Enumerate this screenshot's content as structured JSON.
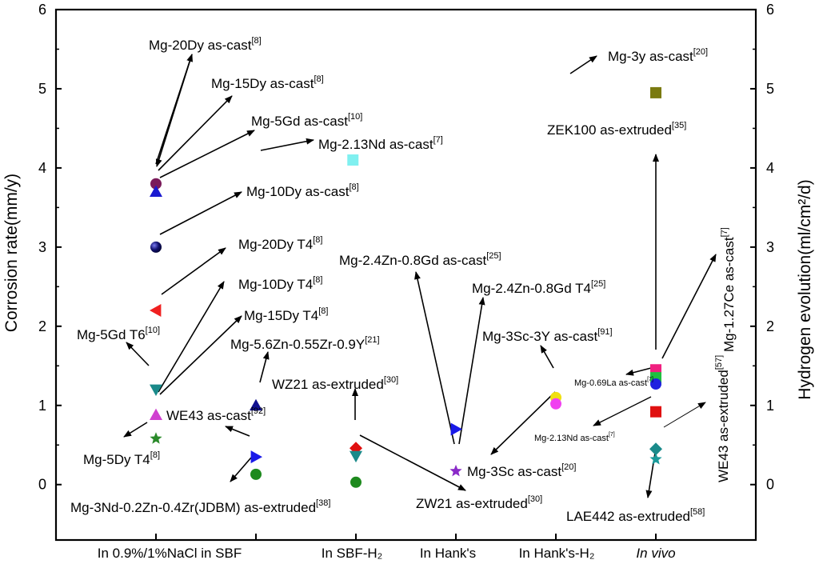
{
  "chart_data": {
    "type": "scatter",
    "xlabel": "",
    "ylabel": "Corrosion rate(mm/y)",
    "y2label": "Hydrogen evolution(ml/cm²/d)",
    "ylim": [
      -0.7,
      6
    ],
    "yticks": [
      0,
      1,
      2,
      3,
      4,
      5,
      6
    ],
    "categories": [
      "In 0.9%/1%NaCl in SBF",
      "In SBF-H₂",
      "In Hank's",
      "In Hank's-H₂",
      "In vivo"
    ],
    "points": [
      {
        "cat": 0,
        "dx": 0,
        "y": 3.8,
        "shape": "circle",
        "color": "#7a1a5a"
      },
      {
        "cat": 0,
        "dx": 0,
        "y": 3.7,
        "shape": "triangle-up",
        "color": "#1a1ad0"
      },
      {
        "cat": 0,
        "dx": 0,
        "y": 3.0,
        "shape": "sphere",
        "color": "#10106e"
      },
      {
        "cat": 0,
        "dx": 0,
        "y": 2.2,
        "shape": "triangle-left",
        "color": "#f02020"
      },
      {
        "cat": 0,
        "dx": 0,
        "y": 1.2,
        "shape": "triangle-down",
        "color": "#1a8a8a"
      },
      {
        "cat": 0,
        "dx": 0,
        "y": 0.88,
        "shape": "triangle-up",
        "color": "#d040d0"
      },
      {
        "cat": 0,
        "dx": 0,
        "y": 0.58,
        "shape": "star",
        "color": "#2a8a2a"
      },
      {
        "cat": 1,
        "dx": 0,
        "y": 1.0,
        "shape": "triangle-up",
        "color": "#101090"
      },
      {
        "cat": 1,
        "dx": 0,
        "y": 0.35,
        "shape": "triangle-right",
        "color": "#1a1ae8"
      },
      {
        "cat": 1,
        "dx": 0,
        "y": 0.13,
        "shape": "circle",
        "color": "#1e8a1e"
      },
      {
        "cat": 2,
        "dx": 0,
        "y": 0.46,
        "shape": "diamond",
        "color": "#e01010"
      },
      {
        "cat": 2,
        "dx": 0,
        "y": 0.36,
        "shape": "triangle-down",
        "color": "#1a8a8a"
      },
      {
        "cat": 2,
        "dx": 0,
        "y": 0.03,
        "shape": "circle",
        "color": "#1e8a1e"
      },
      {
        "cat": 3,
        "dx": 0,
        "y": 0.7,
        "shape": "triangle-right",
        "color": "#1a1ae8"
      },
      {
        "cat": 3,
        "dx": 0,
        "y": 0.17,
        "shape": "star",
        "color": "#8a2ac8"
      },
      {
        "cat": 4,
        "dx": 0,
        "y": 1.1,
        "shape": "circle",
        "color": "#f0e010"
      },
      {
        "cat": 4,
        "dx": 0,
        "y": 1.02,
        "shape": "circle",
        "color": "#f040f0"
      },
      {
        "cat": 5,
        "dx": 0,
        "y": 4.95,
        "shape": "square",
        "color": "#7a7a10"
      },
      {
        "cat": 5,
        "dx": 0,
        "y": 1.45,
        "shape": "square",
        "color": "#f02080"
      },
      {
        "cat": 5,
        "dx": 0,
        "y": 1.35,
        "shape": "square",
        "color": "#20c040"
      },
      {
        "cat": 5,
        "dx": 0,
        "y": 1.27,
        "shape": "circle",
        "color": "#2020e0"
      },
      {
        "cat": 5,
        "dx": 0,
        "y": 0.92,
        "shape": "square",
        "color": "#e01010"
      },
      {
        "cat": 5,
        "dx": 0,
        "y": 0.45,
        "shape": "diamond",
        "color": "#1a8a8a"
      },
      {
        "cat": 5,
        "dx": 0,
        "y": 0.32,
        "shape": "star",
        "color": "#1a9a9a"
      },
      {
        "cat": 1.97,
        "dx": 0,
        "y": 4.1,
        "shape": "square",
        "color": "#80f0f0"
      }
    ],
    "annotations": [
      {
        "text": "Mg-20Dy as-cast",
        "ref": "[8]",
        "size": "normal"
      },
      {
        "text": "Mg-15Dy as-cast",
        "ref": "[8]",
        "size": "normal"
      },
      {
        "text": "Mg-5Gd as-cast",
        "ref": "[10]",
        "size": "normal"
      },
      {
        "text": "Mg-2.13Nd as-cast",
        "ref": "[7]",
        "size": "normal"
      },
      {
        "text": "Mg-10Dy as-cast",
        "ref": "[8]",
        "size": "normal"
      },
      {
        "text": "Mg-20Dy T4",
        "ref": "[8]",
        "size": "normal"
      },
      {
        "text": "Mg-10Dy T4",
        "ref": "[8]",
        "size": "normal"
      },
      {
        "text": "Mg-15Dy T4",
        "ref": "[8]",
        "size": "normal"
      },
      {
        "text": "Mg-5Gd T6",
        "ref": "[10]",
        "size": "normal"
      },
      {
        "text": "Mg-5.6Zn-0.55Zr-0.9Y",
        "ref": "[21]",
        "size": "normal"
      },
      {
        "text": "WZ21 as-extruded",
        "ref": "[30]",
        "size": "normal"
      },
      {
        "text": "WE43 as-cast",
        "ref": "[92]",
        "size": "normal"
      },
      {
        "text": "Mg-5Dy T4",
        "ref": "[8]",
        "size": "normal"
      },
      {
        "text": "Mg-3Nd-0.2Zn-0.4Zr(JDBM) as-extruded",
        "ref": "[38]",
        "size": "normal"
      },
      {
        "text": "Mg-2.4Zn-0.8Gd as-cast",
        "ref": "[25]",
        "size": "normal"
      },
      {
        "text": "Mg-2.4Zn-0.8Gd T4",
        "ref": "[25]",
        "size": "normal"
      },
      {
        "text": "Mg-3Sc-3Y as-cast",
        "ref": "[91]",
        "size": "normal"
      },
      {
        "text": "Mg-3Sc as-cast",
        "ref": "[20]",
        "size": "normal"
      },
      {
        "text": "ZW21 as-extruded",
        "ref": "[30]",
        "size": "normal"
      },
      {
        "text": "Mg-3y as-cast",
        "ref": "[20]",
        "size": "normal"
      },
      {
        "text": "ZEK100 as-extruded",
        "ref": "[35]",
        "size": "normal"
      },
      {
        "text": "Mg-0.69La as-cast",
        "ref": "[7]",
        "size": "small"
      },
      {
        "text": "Mg-2.13Nd as-cast",
        "ref": "[7]",
        "size": "small"
      },
      {
        "text": "LAE442 as-extruded",
        "ref": "[58]",
        "size": "normal"
      },
      {
        "text": "Mg-1.27Ce as-cast",
        "ref": "[7]",
        "size": "vertical"
      },
      {
        "text": "WE43 as-extruded",
        "ref": "[57]",
        "size": "vertical"
      }
    ]
  }
}
